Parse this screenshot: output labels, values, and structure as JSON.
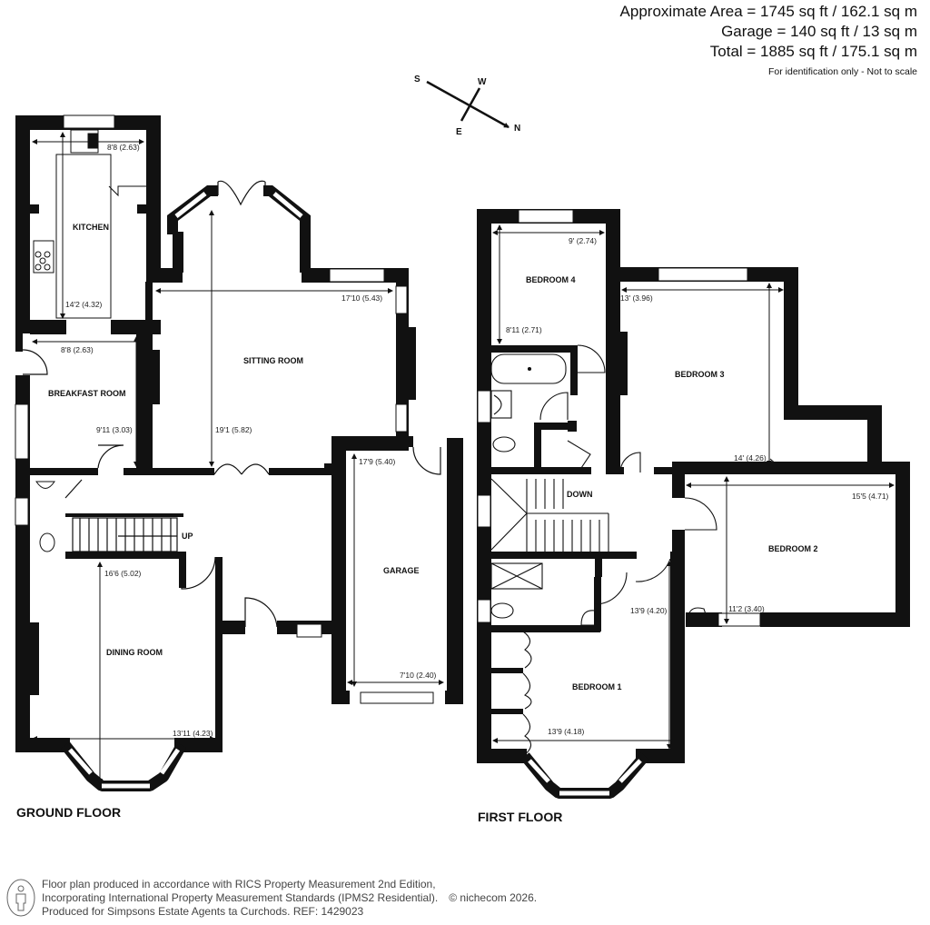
{
  "areas": {
    "approximate": "Approximate Area = 1745 sq ft / 162.1 sq m",
    "garage": "Garage = 140 sq ft / 13 sq m",
    "total": "Total = 1885 sq ft / 175.1 sq m",
    "note": "For identification only - Not to scale"
  },
  "compass": {
    "s": "S",
    "w": "W",
    "e": "E",
    "n": "N"
  },
  "ground_floor": {
    "title": "GROUND FLOOR",
    "rooms": {
      "kitchen": {
        "label": "KITCHEN",
        "width": "8'8 (2.63)",
        "length": "14'2 (4.32)"
      },
      "breakfast": {
        "label": "BREAKFAST ROOM",
        "width": "8'8 (2.63)",
        "length": "9'11 (3.03)"
      },
      "sitting": {
        "label": "SITTING ROOM",
        "width": "17'10 (5.43)",
        "length": "19'1 (5.82)"
      },
      "garage": {
        "label": "GARAGE",
        "length": "17'9 (5.40)",
        "width": "7'10 (2.40)"
      },
      "dining": {
        "label": "DINING ROOM",
        "length": "16'6 (5.02)",
        "width": "13'11 (4.23)"
      }
    },
    "stairs_label": "UP"
  },
  "first_floor": {
    "title": "FIRST FLOOR",
    "rooms": {
      "bedroom4": {
        "label": "BEDROOM 4",
        "width": "9' (2.74)",
        "length": "8'11 (2.71)"
      },
      "bedroom3": {
        "label": "BEDROOM 3",
        "width": "13' (3.96)",
        "length": "14' (4.26)"
      },
      "bedroom2": {
        "label": "BEDROOM 2",
        "width": "15'5 (4.71)",
        "length": "11'2 (3.40)"
      },
      "bedroom1": {
        "label": "BEDROOM 1",
        "width": "13'9 (4.18)",
        "length": "13'9 (4.20)"
      }
    },
    "stairs_label": "DOWN"
  },
  "footer": {
    "line1": "Floor plan produced in accordance with RICS Property Measurement 2nd Edition,",
    "line2": "Incorporating International Property Measurement Standards (IPMS2 Residential).",
    "copyright": "© nichecom 2026.",
    "line3": "Produced for Simpsons Estate Agents ta Curchods.   REF: 1429023"
  }
}
